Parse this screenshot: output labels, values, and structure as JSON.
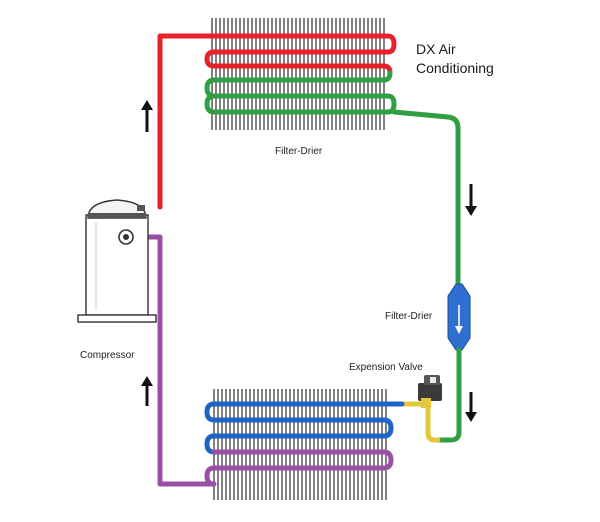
{
  "title": {
    "line1": "DX Air",
    "line2": "Conditioning"
  },
  "labels": {
    "top_coil": "Filter-Drier",
    "filter_drier": "Filter-Drier",
    "expansion_valve": "Expension Valve",
    "compressor": "Compressor"
  },
  "colors": {
    "hot_gas": "#e8202a",
    "condensed_liquid": "#2ea043",
    "cold_liquid": "#1f64c4",
    "valve_line": "#e3c63a",
    "suction_gas": "#9b4ea8",
    "filter_body": "#2e6fd1"
  },
  "arrows": [
    {
      "name": "discharge-up-arrow",
      "direction": "up"
    },
    {
      "name": "liquid-down-arrow",
      "direction": "down"
    },
    {
      "name": "valve-down-arrow",
      "direction": "down"
    },
    {
      "name": "suction-up-arrow",
      "direction": "up"
    }
  ]
}
